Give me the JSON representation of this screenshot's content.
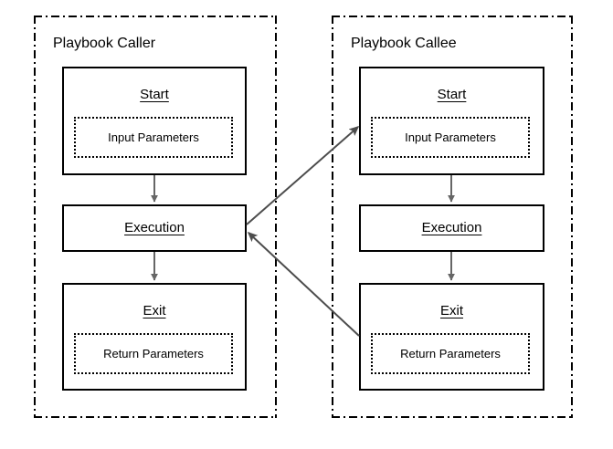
{
  "diagram": {
    "type": "flow-diagram",
    "title_visible": false,
    "colors": {
      "stroke": "#000000",
      "background": "#ffffff",
      "call_arrow": "#4d4d4d",
      "flow_arrow": "#666666"
    },
    "pools": [
      {
        "id": "caller",
        "label": "Playbook Caller",
        "border_style": "dash-dot",
        "nodes": [
          {
            "id": "caller-start",
            "title": "Start",
            "param_label": "Input Parameters",
            "has_params": true
          },
          {
            "id": "caller-execution",
            "title": "Execution",
            "param_label": "",
            "has_params": false
          },
          {
            "id": "caller-exit",
            "title": "Exit",
            "param_label": "Return Parameters",
            "has_params": true
          }
        ]
      },
      {
        "id": "callee",
        "label": "Playbook Callee",
        "border_style": "dash-dot",
        "nodes": [
          {
            "id": "callee-start",
            "title": "Start",
            "param_label": "Input Parameters",
            "has_params": true
          },
          {
            "id": "callee-execution",
            "title": "Execution",
            "param_label": "",
            "has_params": false
          },
          {
            "id": "callee-exit",
            "title": "Exit",
            "param_label": "Return Parameters",
            "has_params": true
          }
        ]
      }
    ],
    "connectors": [
      {
        "id": "caller-start-to-execution",
        "from": "caller-start",
        "to": "caller-execution",
        "style": "vertical-arrow"
      },
      {
        "id": "caller-execution-to-exit",
        "from": "caller-execution",
        "to": "caller-exit",
        "style": "vertical-arrow"
      },
      {
        "id": "callee-start-to-execution",
        "from": "callee-start",
        "to": "callee-execution",
        "style": "vertical-arrow"
      },
      {
        "id": "callee-execution-to-exit",
        "from": "callee-execution",
        "to": "callee-exit",
        "style": "vertical-arrow"
      },
      {
        "id": "call-arrow",
        "from": "caller-execution",
        "to": "callee-start",
        "style": "diagonal-arrow"
      },
      {
        "id": "return-arrow",
        "from": "callee-exit",
        "to": "caller-execution",
        "style": "diagonal-arrow"
      }
    ]
  }
}
